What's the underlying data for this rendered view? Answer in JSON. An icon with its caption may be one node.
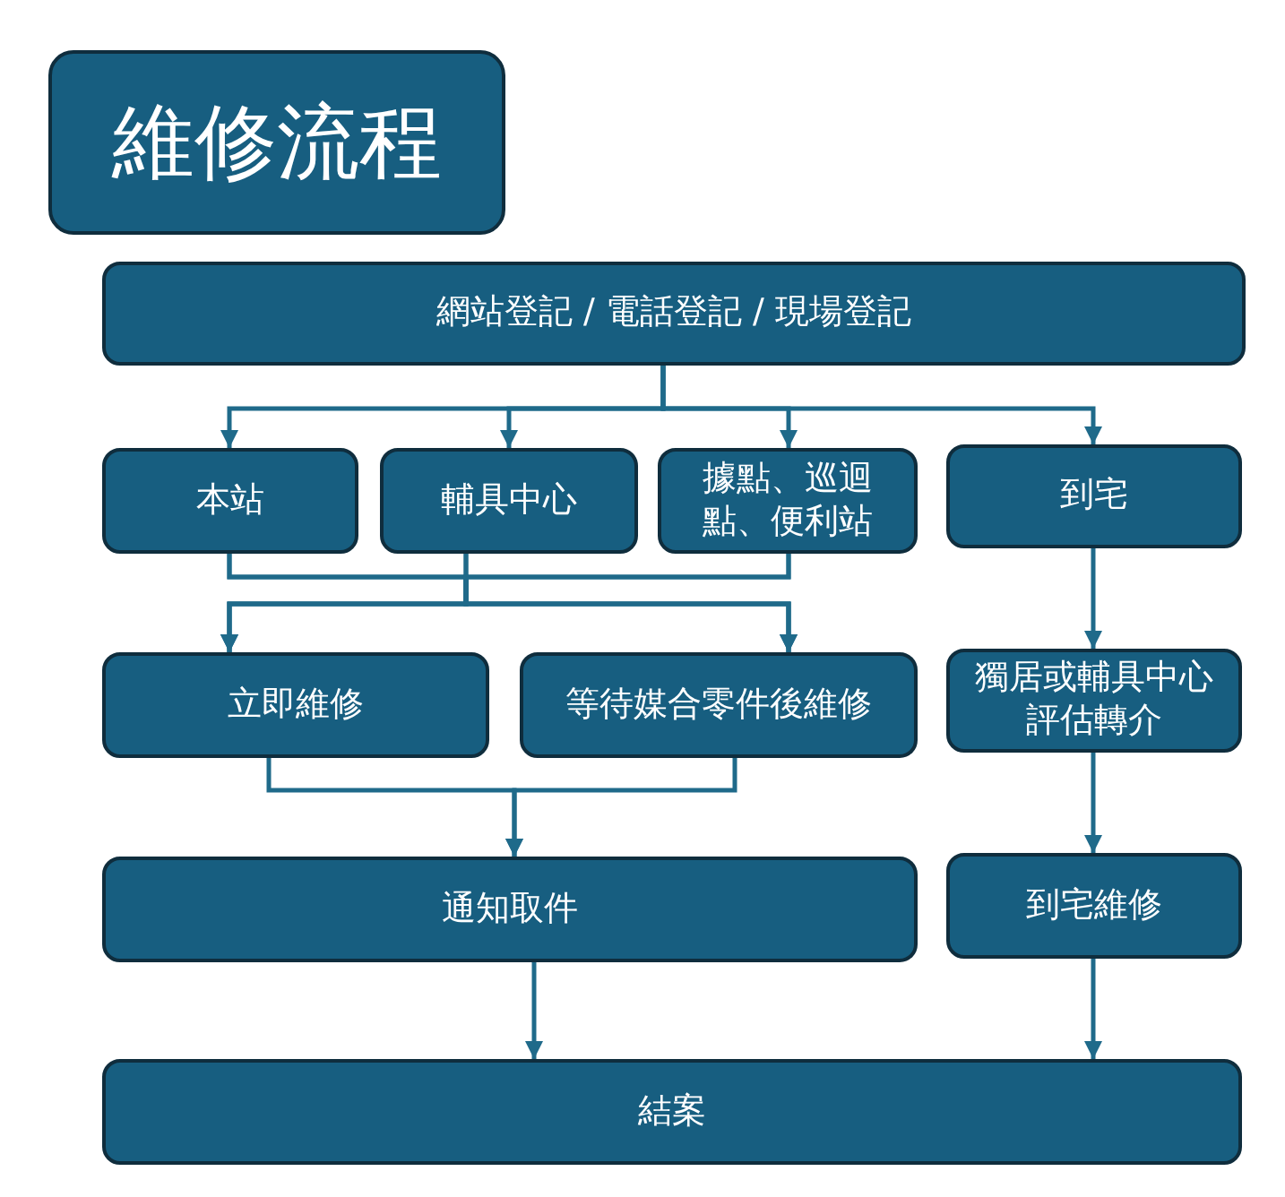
{
  "diagram": {
    "title": "維修流程",
    "nodes": [
      {
        "text": [
          "網站登記 / 電話登記 / 現場登記"
        ]
      },
      {
        "text": [
          "本站"
        ]
      },
      {
        "text": [
          "輔具中心"
        ]
      },
      {
        "text": [
          "據點、巡迴點、便利站"
        ]
      },
      {
        "text": [
          "到宅"
        ]
      },
      {
        "text": [
          "立即維修"
        ]
      },
      {
        "text": [
          "等待媒合零件後維修"
        ]
      },
      {
        "text": [
          "獨居或輔具中心評估轉介"
        ]
      },
      {
        "text": [
          "通知取件"
        ]
      },
      {
        "text": [
          "到宅維修"
        ]
      },
      {
        "text": [
          "結案"
        ]
      }
    ],
    "edges": [
      {
        "from": 0,
        "to": 1,
        "arrow": "to"
      },
      {
        "from": 0,
        "to": 2,
        "arrow": "to"
      },
      {
        "from": 0,
        "to": 3,
        "arrow": "to"
      },
      {
        "from": 0,
        "to": 4,
        "arrow": "to"
      },
      {
        "from": 1,
        "to": 5,
        "arrow": "to"
      },
      {
        "from": 1,
        "to": 6,
        "arrow": "to"
      },
      {
        "from": 2,
        "to": 5,
        "arrow": "to"
      },
      {
        "from": 2,
        "to": 6,
        "arrow": "to"
      },
      {
        "from": 3,
        "to": 5,
        "arrow": "to"
      },
      {
        "from": 3,
        "to": 6,
        "arrow": "to"
      },
      {
        "from": 4,
        "to": 7,
        "arrow": "to"
      },
      {
        "from": 5,
        "to": 8,
        "arrow": "to"
      },
      {
        "from": 6,
        "to": 8,
        "arrow": "to"
      },
      {
        "from": 7,
        "to": 9,
        "arrow": "to"
      },
      {
        "from": 8,
        "to": 10,
        "arrow": "to"
      },
      {
        "from": 9,
        "to": 10,
        "arrow": "to"
      }
    ]
  }
}
